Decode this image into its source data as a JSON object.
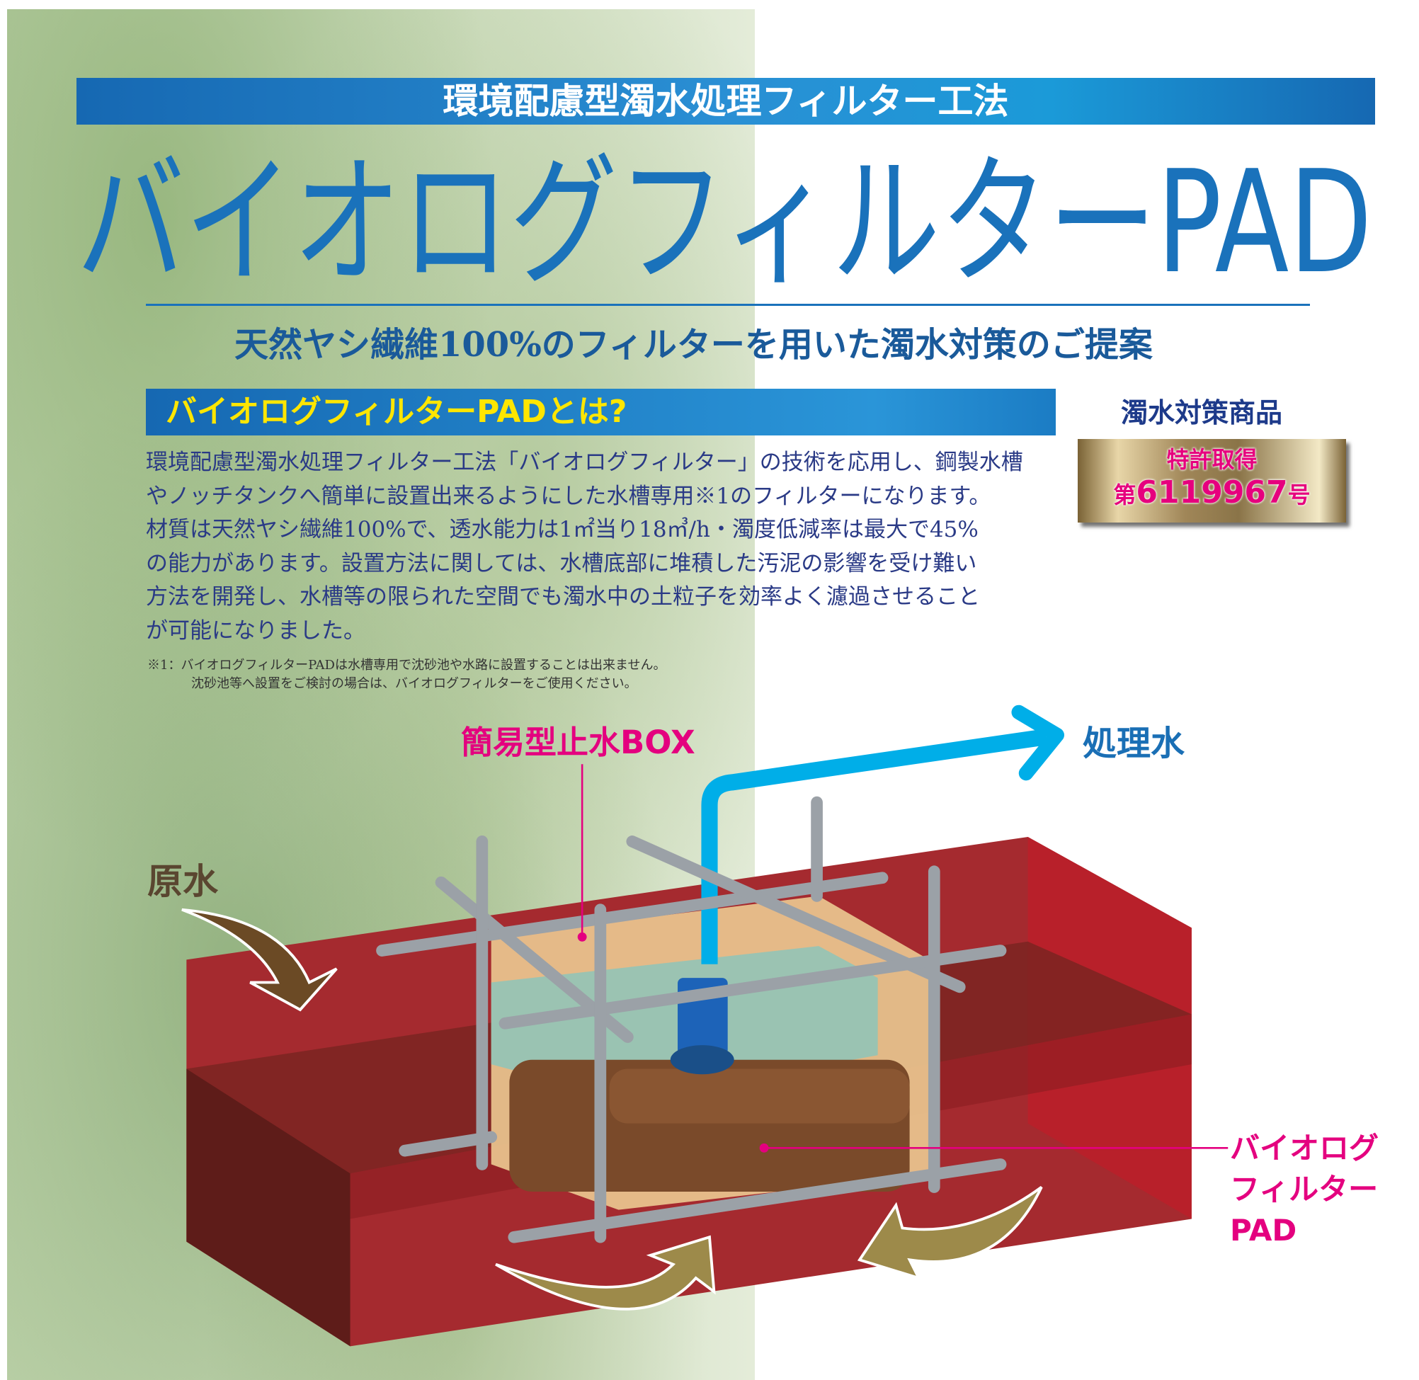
{
  "header": {
    "band_text": "環境配慮型濁水処理フィルター工法",
    "title": "バイオログフィルターPAD",
    "subtitle": "天然ヤシ繊維100%のフィルターを用いた濁水対策のご提案"
  },
  "section": {
    "heading": "バイオログフィルターPADとは?",
    "body_lines": [
      "環境配慮型濁水処理フィルター工法「バイオログフィルター」の技術を応用し、鋼製水槽",
      "やノッチタンクへ簡単に設置出来るようにした水槽専用※1のフィルターになります。",
      "材質は天然ヤシ繊維100%で、透水能力は1㎡当り18㎥/h・濁度低減率は最大で45%",
      "の能力があります。設置方法に関しては、水槽底部に堆積した汚泥の影響を受け難い",
      "方法を開発し、水槽等の限られた空間でも濁水中の土粒子を効率よく濾過させること",
      "が可能になりました。"
    ],
    "footnote_lines": [
      "※1：バイオログフィルターPADは水槽専用で沈砂池や水路に設置することは出来ません。",
      "沈砂池等へ設置をご検討の場合は、バイオログフィルターをご使用ください。"
    ]
  },
  "badge": {
    "category": "濁水対策商品",
    "patent_label": "特許取得",
    "patent_prefix": "第",
    "patent_number": "6119967",
    "patent_suffix": "号"
  },
  "diagram": {
    "box_label": "簡易型止水BOX",
    "outflow_label": "処理水",
    "inflow_label": "原水",
    "pad_label_lines": [
      "バイオログ",
      "フィルター",
      "PAD"
    ]
  },
  "colors": {
    "brand_blue": "#1a72bb",
    "accent_pink": "#e4007f",
    "tank_red": "#a52a2f",
    "pipe_cyan": "#00aee8"
  }
}
